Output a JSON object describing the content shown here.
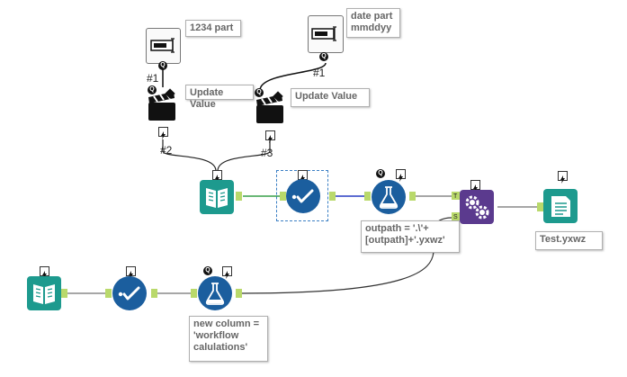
{
  "notes": {
    "part_1234": "1234 part",
    "date_part": "date part\nmmddyy",
    "update_value_1": "Update Value",
    "update_value_2": "Update Value",
    "outpath": "outpath = '.\\'+\n[outpath]+'.yxwz'",
    "output_file": "Test.yxwz",
    "new_column": "new column =\n'workflow\ncalulations'"
  },
  "labels": {
    "text_box_1_id": "#1",
    "text_box_2_id": "#1",
    "action_1_id": "#2",
    "action_2_id": "#3"
  },
  "anchors": {
    "t": "T",
    "s": "S",
    "q": "Q"
  },
  "colors": {
    "teal": "#1d9a8e",
    "blue": "#1b5e9e",
    "purple": "#5b3a8e",
    "connector_green": "#b9d96b",
    "wire_green": "#3aa04a",
    "wire_blue": "#2a3fc4",
    "wire_gray": "#8a8a8a"
  }
}
